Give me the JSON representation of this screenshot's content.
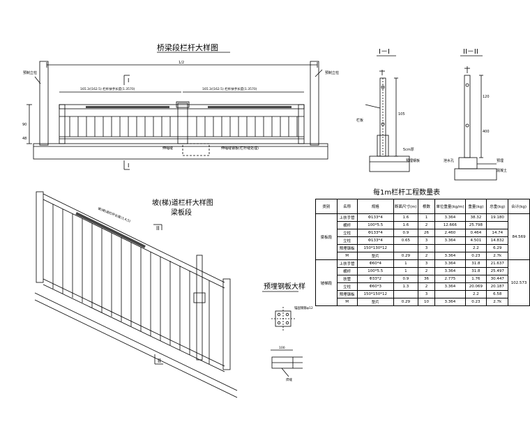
{
  "titles": {
    "elevation": "桥梁段栏杆大样图",
    "section1": "I－I",
    "section2": "II－II",
    "slope": "坡(梯)道栏杆大样图",
    "slope_sub": "梁板段",
    "plate": "预埋钢板大样",
    "table": "每1m栏杆工程数量表"
  },
  "elevation_labels": {
    "total_dim": "1/2",
    "left_pier": "预制立柱",
    "right_pier": "预制立柱",
    "panel_dim_left": "165.3/(162.5)  栏杆扶手长度(1.3570)",
    "panel_dim_right": "165.3/(162.5)  栏杆扶手长度(1.3570)",
    "post_note": "伸缩缝",
    "joint_note": "伸缩缝钢板(栏杆缝处理)",
    "cut_top": "I",
    "cut_bottom": "I",
    "dim_left_a": "90",
    "dim_left_b": "48"
  },
  "section_labels": {
    "s1_rail_note": "栏板",
    "s1_dim": "105",
    "s1_base": "5cm厚",
    "s1_foot": "预埋钢板",
    "s2_base": "预埋",
    "s2_note_a": "泄水孔",
    "s2_note_b": "混凝土",
    "s2_dim_a": "120",
    "s2_dim_b": "400"
  },
  "slope_labels": {
    "rail_note": "坡(梯)道栏杆长度(3,4,5)",
    "cut_top": "II",
    "cut_bottom": "II"
  },
  "plate_labels": {
    "anchor": "锚固钢筋φ12",
    "dim": "100",
    "weld": "焊缝"
  },
  "table": {
    "headers": [
      "类别",
      "名称",
      "规格",
      "断面尺寸(m)",
      "根数",
      "单位重量(kg/m)",
      "重量(kg)",
      "总重(kg)",
      "合计(kg)"
    ],
    "groups": [
      {
        "name": "梁板段",
        "total": "84.569",
        "rows": [
          [
            "上扶手管",
            "Φ133*4",
            "1.6",
            "1",
            "3.364",
            "38.32",
            "19.180",
            ""
          ],
          [
            "横杆",
            "100*5.5",
            "1.6",
            "2",
            "12.666",
            "25.798",
            "",
            ""
          ],
          [
            "立柱",
            "Φ133*4",
            "0.9",
            "26",
            "2.460",
            "0.464",
            "14.74",
            ""
          ],
          [
            "立柱",
            "Φ133*4",
            "0.65",
            "3",
            "3.364",
            "4.501",
            "14.832",
            ""
          ],
          [
            "预埋钢板",
            "150*130*12",
            "",
            "3",
            "",
            "2.2",
            "6.29",
            ""
          ],
          [
            "M",
            "垫片",
            "0.29",
            "2",
            "3.364",
            "0.23",
            "2.7k",
            ""
          ]
        ]
      },
      {
        "name": "坡梯段",
        "total": "102.573",
        "rows": [
          [
            "上扶手管",
            "Φ60*4",
            "1",
            "3",
            "3.364",
            "31.8",
            "21.637",
            ""
          ],
          [
            "横杆",
            "100*5.5",
            "1",
            "2",
            "3.364",
            "31.8",
            "25.497",
            ""
          ],
          [
            "扶管",
            "Φ33*2",
            "0.9",
            "36",
            "2.775",
            "1.76",
            "30.447",
            ""
          ],
          [
            "立柱",
            "Φ60*3",
            "1.3",
            "2",
            "3.364",
            "20.069",
            "20.187",
            ""
          ],
          [
            "预埋钢板",
            "150*150*12",
            "",
            "3",
            "",
            "2.2",
            "6.58",
            ""
          ],
          [
            "M",
            "垫片",
            "0.29",
            "10",
            "3.364",
            "0.23",
            "2.7k",
            ""
          ]
        ]
      }
    ]
  }
}
